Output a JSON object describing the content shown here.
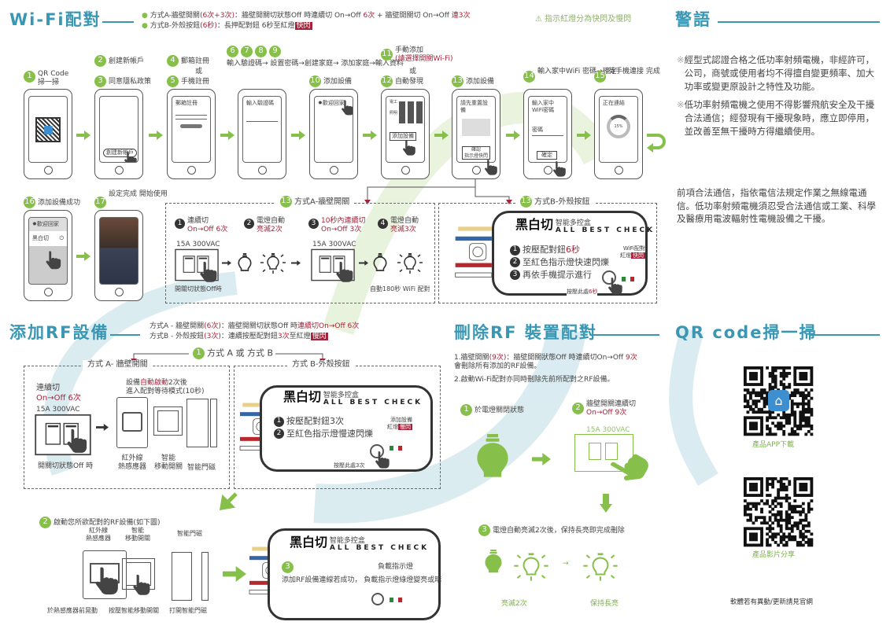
{
  "wifi": {
    "title": "Wi-Fi配對",
    "method_a": {
      "prefix": "方式A-牆壁開關",
      "count": "(6次+3次)",
      "text": "：牆壁開關切狀態Off 時連續切 On→Off ",
      "n1": "6次",
      "mid": " + 牆壁開關切 On→Off ",
      "n2": "連3次"
    },
    "method_b": {
      "prefix": "方式B-外殼按鈕",
      "count": "(6秒)",
      "text": "：長押配對鈕 6秒至紅燈",
      "badge": "快閃"
    },
    "notice": "指示紅燈分為快閃及慢閃",
    "steps": {
      "s1": {
        "n": "1",
        "t": "QR Code\n掃一掃"
      },
      "s2": {
        "n": "2",
        "t": "創建新帳戶"
      },
      "s3": {
        "n": "3",
        "t": "同意隱私政策"
      },
      "s4": {
        "n": "4",
        "t": "郵箱註冊"
      },
      "or": "或",
      "s5": {
        "n": "5",
        "t": "手機註冊"
      },
      "s6": {
        "n": [
          "6",
          "7",
          "8",
          "9"
        ],
        "t": "輸入驗證碼→\n設置密碼→創建家庭→\n添加家庭→輸入資料"
      },
      "s10": {
        "n": "10",
        "t": "添加設備"
      },
      "s11": {
        "n": "11",
        "t": "手動添加",
        "t2": "(請選擇開關Wi-Fi)"
      },
      "s12": {
        "n": "12",
        "t": "自動發現"
      },
      "s13": {
        "n": "13",
        "t": "添加設備"
      },
      "s14": {
        "n": "14",
        "t": "輸入家中WiFi\n密碼→確定"
      },
      "s15": {
        "n": "15",
        "t": "待手機連接\n完成"
      },
      "s16": {
        "n": "16",
        "t": "添加設備成功"
      },
      "s17": {
        "n": "17",
        "t": "設定完成\n開始使用"
      }
    },
    "screens": {
      "create_account": "創建新帳戶",
      "email_register": "郵箱註冊",
      "enter_code": "輸入驗證碼",
      "welcome": "歡迎回家",
      "cat1": "電工",
      "cat2": "照明",
      "add_device": "添加設備",
      "reset_device": "請先重置設備",
      "confirm_blink": "確認\n指示燈快閃",
      "enter_wifi": "輸入家中\nWiFi密碼",
      "password": "密碼",
      "ok": "確定",
      "connecting": "正在連結",
      "percent": "15%",
      "device_name": "黑白切"
    },
    "box_a": {
      "n": "13",
      "label": "方式A-牆壁開關",
      "steps": [
        {
          "n": "1",
          "t": "連續切",
          "r": "On→Off 6次"
        },
        {
          "n": "2",
          "t": "電燈自動",
          "r": "亮滅2次"
        },
        {
          "n": "3",
          "t": "",
          "r": "10秒內連續切",
          "t2": "On→Off 3次"
        },
        {
          "n": "4",
          "t": "電燈自動",
          "r": "亮滅3次"
        }
      ],
      "rating": "15A  300VAC",
      "bottom_left": "開關切狀態Off時",
      "bottom_right": "自動180秒 WiFi 配對"
    },
    "box_b": {
      "n": "13",
      "label": "方式B-外殼按鈕",
      "steps": [
        {
          "n": "1",
          "t": "按壓配對鈕",
          "r": "6秒"
        },
        {
          "n": "2",
          "t": "至紅色指示燈快速閃爍"
        },
        {
          "n": "3",
          "t": "再依手機提示進行"
        }
      ],
      "side1": "WiFi配對",
      "side2": "紅燈",
      "badge": "快閃",
      "press": "按壓此處",
      "press_r": "6秒"
    }
  },
  "brand": {
    "name": "黑白切",
    "sub": "智能多控盒",
    "en": "ALL BEST CHECK"
  },
  "warnings": {
    "title": "警語",
    "items": [
      "經型式認證合格之低功率射頻電機，非經許可，公司，商號或使用者均不得擅自變更頻率、加大功率或變更原設計之特性及功能。",
      "低功率射頻電機之使用不得影響飛航安全及干擾合法通信；經發現有干擾現象時，應立即停用，並改善至無干擾時方得繼續使用。"
    ],
    "mark": "※",
    "note": "前項合法通信，指依電信法規定作業之無線電通信。低功率射頻電機須忍受合法通信或工業、科學及醫療用電波輻射性電機設備之干擾。"
  },
  "rf": {
    "title": "添加RF設備",
    "method_a": {
      "prefix": "方式A - 牆壁開關",
      "count": "(6次)",
      "text": "：牆壁開關切狀態Off 時",
      "r": "連續切On→Off 6次"
    },
    "method_b": {
      "prefix": "方式B - 外殼按鈕",
      "count": "(3次)",
      "text": "：連續按壓配對鈕",
      "r": "3次",
      "text2": "至紅燈",
      "badge": "慢閃"
    },
    "step1": {
      "n": "1",
      "t": "方式 A 或 方式 B"
    },
    "box_a": {
      "label": "方式 A- 牆壁開關",
      "t": "連續切",
      "r": "On→Off 6次",
      "rating": "15A  300VAC",
      "d1": "設備",
      "d2": "自動啟動",
      "d3": "2次後",
      "d4": "進入配對等待模式(10秒)",
      "bottom": "開關切狀態Off 時",
      "devices": [
        "紅外線\n熱感應器",
        "智能\n移動開關",
        "智能門磁"
      ]
    },
    "box_b": {
      "label": "方式 B-外殼按鈕",
      "steps": [
        {
          "n": "1",
          "t": "按壓配對鈕3次"
        },
        {
          "n": "2",
          "t": "至紅色指示燈慢速閃爍"
        }
      ],
      "side1": "添加設備",
      "side2": "紅燈",
      "badge": "慢閃",
      "press": "按壓此處3次"
    },
    "step2": {
      "n": "2",
      "t": "啟動您所欲配對的RF設備(如下圖)",
      "top": [
        "紅外線\n熱感應器",
        "智能\n移動開關",
        "智能門磁"
      ],
      "bottom": [
        "於熱感應器前晃動",
        "按壓智能移動開關",
        "打開智能門磁"
      ]
    },
    "step3": {
      "n": "3",
      "t": "添加RF設備連線若成功，\n負載指示燈綠燈變亮或暗",
      "indicator": "負載指示燈"
    }
  },
  "delete_rf": {
    "title": "刪除RF 裝置配對",
    "line1a": "1.牆壁開關",
    "line1b": "(9次)",
    "line1c": "：牆壁開關狀態Off 時連續切On→Off  ",
    "line1d": "9次",
    "line1e": "會刪除所有添加的RF設備。",
    "line2": "2.啟動Wi-Fi配對亦同時刪除先前所配對之RF設備。",
    "step1": {
      "n": "1",
      "t": "於電燈關閉狀態"
    },
    "step2": {
      "n": "2",
      "t": "牆壁開關連續切",
      "r": "On→Off  9次"
    },
    "rating": "15A  300VAC",
    "step3": {
      "n": "3",
      "t": "電燈自動亮滅2次後，保持長亮即完成刪除"
    },
    "l1": "亮滅2次",
    "l2": "保持長亮"
  },
  "qr": {
    "title": "QR code掃一掃",
    "app": "產品APP下載",
    "video": "產品影片分享",
    "footer": "軟體若有異動/更新請見官網"
  },
  "colors": {
    "teal": "#3a97b4",
    "green": "#86bf4a",
    "red": "#a3243b"
  }
}
